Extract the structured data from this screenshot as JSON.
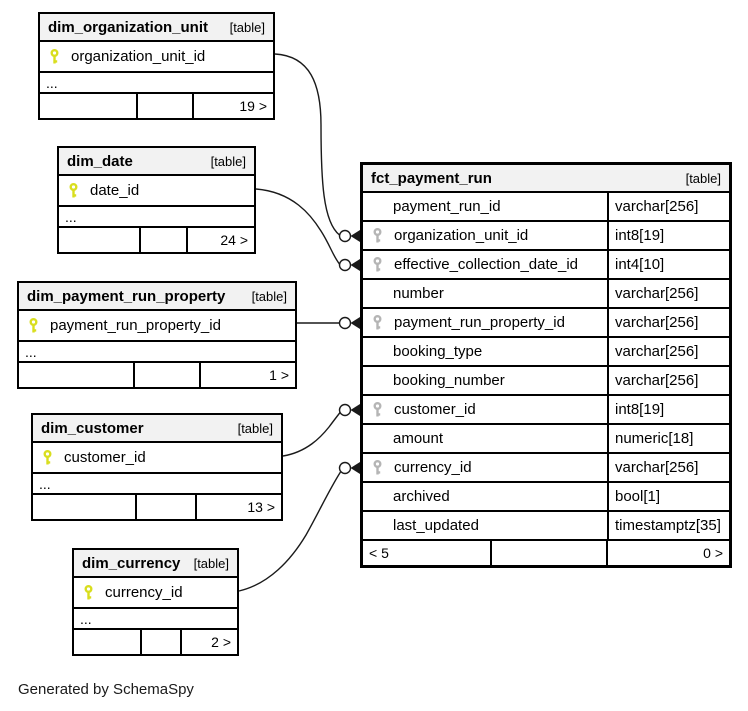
{
  "footer_note": "Generated by SchemaSpy",
  "colors": {
    "primary_key": "#d9de1e",
    "foreign_key": "#b5b5b5",
    "header_bg": "#f2f2f2",
    "line": "#1a1a1a"
  },
  "tables": {
    "org": {
      "name": "dim_organization_unit",
      "tag": "[table]",
      "key_column": "organization_unit_id",
      "more": "...",
      "count": "19 >"
    },
    "date": {
      "name": "dim_date",
      "tag": "[table]",
      "key_column": "date_id",
      "more": "...",
      "count": "24 >"
    },
    "property": {
      "name": "dim_payment_run_property",
      "tag": "[table]",
      "key_column": "payment_run_property_id",
      "more": "...",
      "count": "1 >"
    },
    "customer": {
      "name": "dim_customer",
      "tag": "[table]",
      "key_column": "customer_id",
      "more": "...",
      "count": "13 >"
    },
    "currency": {
      "name": "dim_currency",
      "tag": "[table]",
      "key_column": "currency_id",
      "more": "...",
      "count": "2 >"
    },
    "fct": {
      "name": "fct_payment_run",
      "tag": "[table]",
      "columns": [
        {
          "name": "payment_run_id",
          "type": "varchar[256]",
          "fk": false
        },
        {
          "name": "organization_unit_id",
          "type": "int8[19]",
          "fk": true
        },
        {
          "name": "effective_collection_date_id",
          "type": "int4[10]",
          "fk": true
        },
        {
          "name": "number",
          "type": "varchar[256]",
          "fk": false
        },
        {
          "name": "payment_run_property_id",
          "type": "varchar[256]",
          "fk": true
        },
        {
          "name": "booking_type",
          "type": "varchar[256]",
          "fk": false
        },
        {
          "name": "booking_number",
          "type": "varchar[256]",
          "fk": false
        },
        {
          "name": "customer_id",
          "type": "int8[19]",
          "fk": true
        },
        {
          "name": "amount",
          "type": "numeric[18]",
          "fk": false
        },
        {
          "name": "currency_id",
          "type": "varchar[256]",
          "fk": true
        },
        {
          "name": "archived",
          "type": "bool[1]",
          "fk": false
        },
        {
          "name": "last_updated",
          "type": "timestamptz[35]",
          "fk": false
        }
      ],
      "footer_left": "< 5",
      "footer_right": "0 >"
    }
  },
  "relationships": [
    {
      "from": "dim_organization_unit.organization_unit_id",
      "to": "fct_payment_run.organization_unit_id"
    },
    {
      "from": "dim_date.date_id",
      "to": "fct_payment_run.effective_collection_date_id"
    },
    {
      "from": "dim_payment_run_property.payment_run_property_id",
      "to": "fct_payment_run.payment_run_property_id"
    },
    {
      "from": "dim_customer.customer_id",
      "to": "fct_payment_run.customer_id"
    },
    {
      "from": "dim_currency.currency_id",
      "to": "fct_payment_run.currency_id"
    }
  ]
}
